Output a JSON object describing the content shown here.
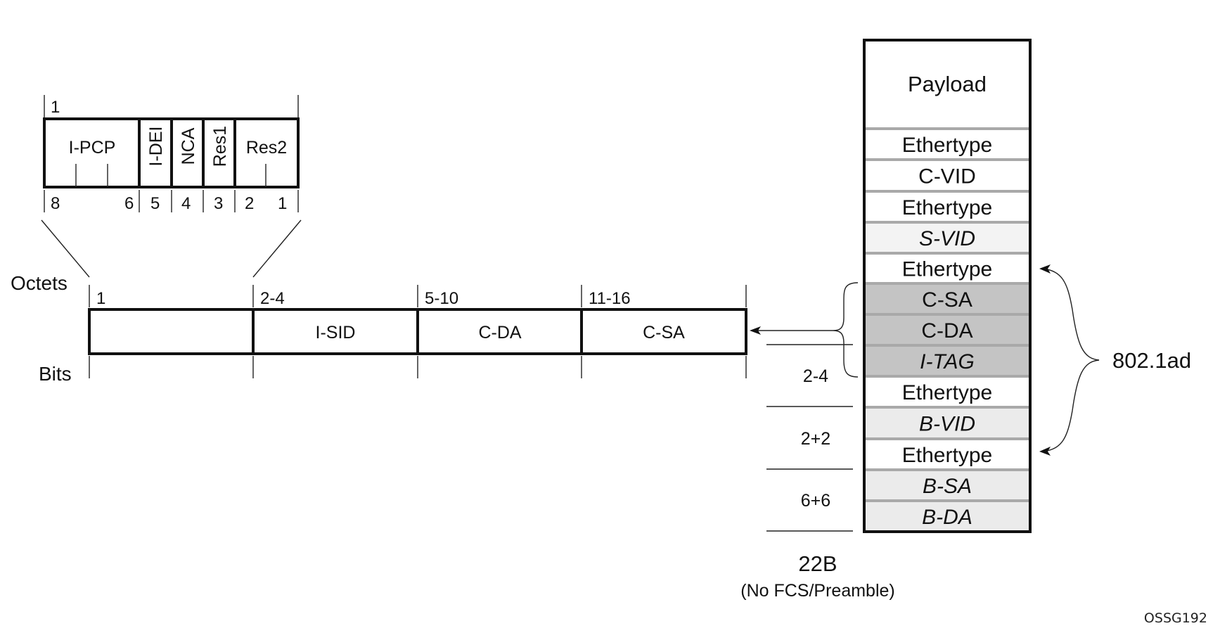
{
  "bit_field": {
    "octet_label": "1",
    "fields": [
      {
        "name": "I-PCP",
        "bits": 3,
        "vertical": false
      },
      {
        "name": "I-DEI",
        "bits": 1,
        "vertical": true
      },
      {
        "name": "NCA",
        "bits": 1,
        "vertical": true
      },
      {
        "name": "Res1",
        "bits": 1,
        "vertical": true
      },
      {
        "name": "Res2",
        "bits": 2,
        "vertical": false
      }
    ],
    "bit_labels": [
      "8",
      "6",
      "5",
      "4",
      "3",
      "2",
      "1"
    ]
  },
  "itag_frame": {
    "octets_label": "Octets",
    "bits_label": "Bits",
    "fields": [
      {
        "octets": "1",
        "name": ""
      },
      {
        "octets": "2-4",
        "name": "I-SID"
      },
      {
        "octets": "5-10",
        "name": "C-DA"
      },
      {
        "octets": "11-16",
        "name": "C-SA"
      }
    ]
  },
  "frame_stack": {
    "rows": [
      {
        "label": "Payload",
        "italic": false,
        "shade": "white"
      },
      {
        "label": "Ethertype",
        "italic": false,
        "shade": "white"
      },
      {
        "label": "C-VID",
        "italic": false,
        "shade": "white"
      },
      {
        "label": "Ethertype",
        "italic": false,
        "shade": "white"
      },
      {
        "label": "S-VID",
        "italic": true,
        "shade": "light"
      },
      {
        "label": "Ethertype",
        "italic": false,
        "shade": "white"
      },
      {
        "label": "C-SA",
        "italic": false,
        "shade": "dark"
      },
      {
        "label": "C-DA",
        "italic": false,
        "shade": "dark"
      },
      {
        "label": "I-TAG",
        "italic": true,
        "shade": "dark"
      },
      {
        "label": "Ethertype",
        "italic": false,
        "shade": "white"
      },
      {
        "label": "B-VID",
        "italic": true,
        "shade": "light2"
      },
      {
        "label": "Ethertype",
        "italic": false,
        "shade": "white"
      },
      {
        "label": "B-SA",
        "italic": true,
        "shade": "light2"
      },
      {
        "label": "B-DA",
        "italic": true,
        "shade": "light2"
      }
    ],
    "colors": {
      "white": "#ffffff",
      "light": "#f3f3f3",
      "light2": "#ebebeb",
      "dark": "#c4c4c4",
      "separator": "#a9a9a9"
    }
  },
  "lengths": {
    "items": [
      "2-4",
      "2+2",
      "6+6"
    ],
    "total": "22B",
    "total_note": "(No FCS/Preamble)"
  },
  "brace_label": "802.1ad",
  "figure_id": "OSSG192"
}
